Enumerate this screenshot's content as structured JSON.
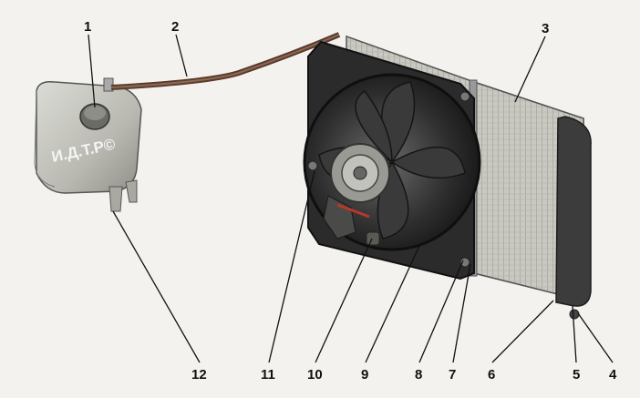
{
  "diagram": {
    "tank_logo": "И.Д.Т.Р©",
    "labels": [
      "1",
      "2",
      "3",
      "4",
      "5",
      "6",
      "7",
      "8",
      "9",
      "10",
      "11",
      "12"
    ]
  }
}
